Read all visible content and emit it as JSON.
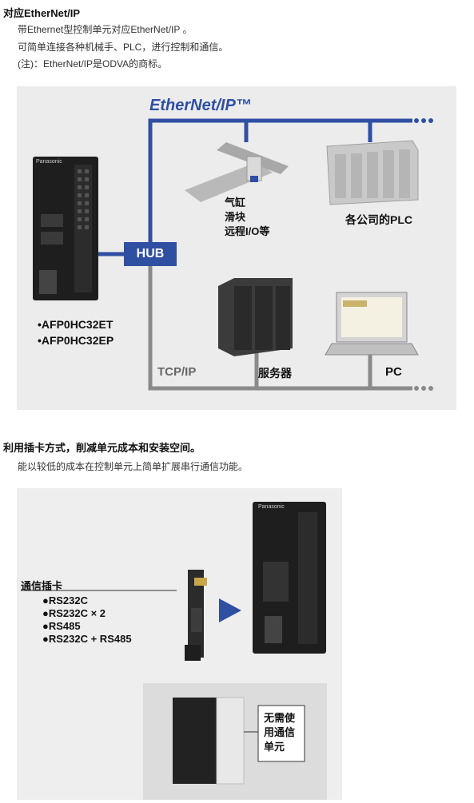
{
  "section1": {
    "heading": "对应EtherNet/IP",
    "lines": [
      "带Ethernet型控制单元对应EtherNet/IP 。",
      "可简单连接各种机械手、PLC，进行控制和通信。",
      "(注)：EtherNet/IP是ODVA的商标。"
    ],
    "figure": {
      "logo": "EtherNet/IP™",
      "hub": "HUB",
      "robot": [
        "气缸",
        "滑块",
        "远程I/O等"
      ],
      "plc": "各公司的PLC",
      "tcp": "TCP/IP",
      "server": "服务器",
      "pc": "PC",
      "models": [
        "•AFP0HC32ET",
        "•AFP0HC32EP"
      ],
      "brand": "Panasonic",
      "colors": {
        "network": "#2f4fa3",
        "tcp_line": "#8a8a8a",
        "panel": "#ececec"
      }
    }
  },
  "section2": {
    "heading": "利用插卡方式，削减单元成本和安装空间。",
    "line": "能以较低的成本在控制单元上简单扩展串行通信功能。",
    "figure": {
      "card_title": "通信插卡",
      "cards": [
        "●RS232C",
        "●RS232C × 2",
        "●RS485",
        "●RS232C + RS485"
      ],
      "note": [
        "无需使",
        "用通信",
        "单元"
      ],
      "brand": "Panasonic",
      "colors": {
        "arrow": "#2f4fa3"
      }
    }
  }
}
